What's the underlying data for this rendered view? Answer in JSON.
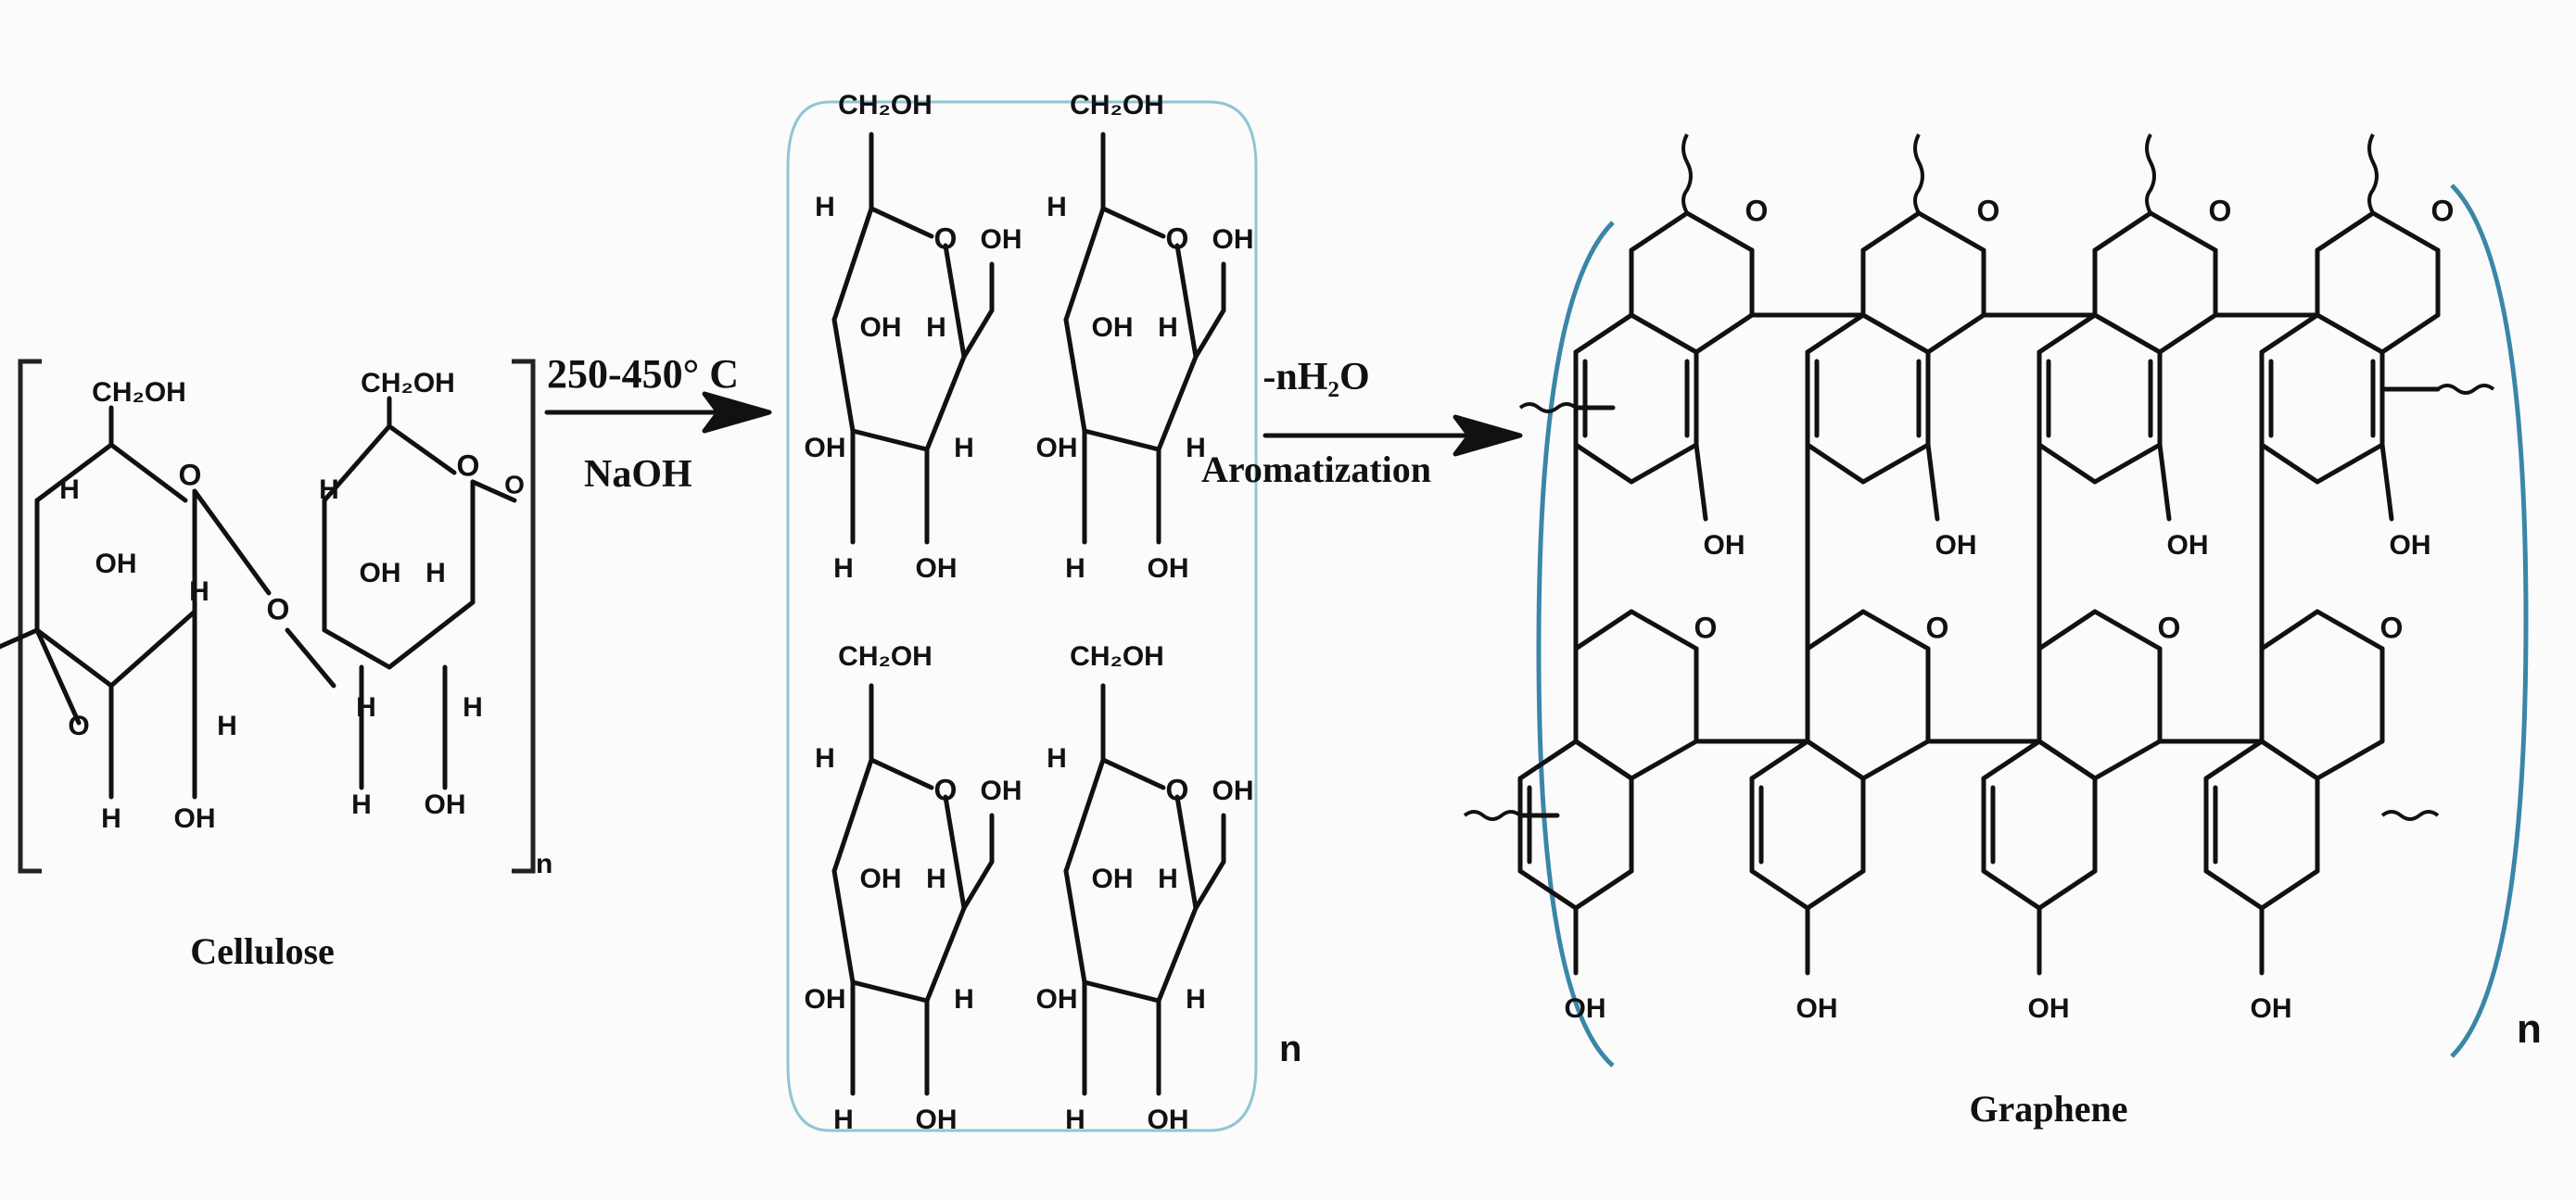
{
  "cellulose": {
    "name": "Cellulose",
    "repeat": "n",
    "ch2oh": "CH₂OH",
    "oh": "OH",
    "h": "H",
    "o": "O"
  },
  "step1": {
    "condition_top": "250-450° C",
    "condition_bottom": "NaOH"
  },
  "glucose": {
    "ch2oh": "CH₂OH",
    "oh": "OH",
    "h": "H",
    "o": "O",
    "repeat": "n"
  },
  "step2": {
    "condition_top": "-nH₂O",
    "condition_bottom": "Aromatization"
  },
  "graphene": {
    "name": "Graphene",
    "oh": "OH",
    "o": "O",
    "repeat": "n"
  }
}
